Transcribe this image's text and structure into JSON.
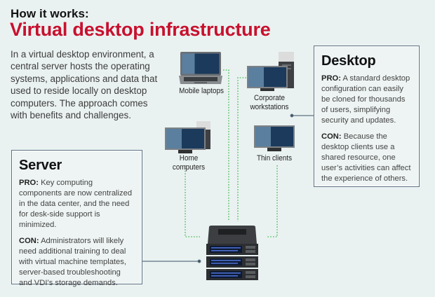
{
  "header": {
    "kicker": "How it works:",
    "title": "Virtual desktop infrastructure"
  },
  "intro": "In a virtual desktop environment, a central server hosts the operating systems, applications and data that used to reside locally on desktop computers. The approach comes with benefits and challenges.",
  "devices": [
    {
      "id": "laptop",
      "icon": "laptop-icon",
      "label_line1": "Mobile laptops",
      "label_line2": ""
    },
    {
      "id": "workstation",
      "icon": "workstation-icon",
      "label_line1": "Corporate",
      "label_line2": "workstations"
    },
    {
      "id": "home",
      "icon": "home-computer-icon",
      "label_line1": "Home computers",
      "label_line2": ""
    },
    {
      "id": "thin",
      "icon": "thin-client-icon",
      "label_line1": "Thin clients",
      "label_line2": ""
    }
  ],
  "server_icon": "server-rack-icon",
  "desktop_box": {
    "heading": "Desktop",
    "pro_label": "PRO:",
    "pro_text": " A standard desktop configuration can easily be cloned for thousands of users, simplifying security and updates.",
    "con_label": "CON:",
    "con_text": " Because the desktop clients use a shared resource, one user’s activities can affect the experience of others."
  },
  "server_box": {
    "heading": "Server",
    "pro_label": "PRO:",
    "pro_text": " Key computing components are now centralized in the data center, and the need for desk-side support is minimized.",
    "con_label": "CON:",
    "con_text": " Administrators will likely need additional training to deal with virtual machine templates, server-based troubleshooting and VDI’s storage demands."
  },
  "colors": {
    "title_red": "#c8102e",
    "background": "#eaf2f1",
    "box_border": "#5d7282",
    "connector_green": "#5cc26a",
    "screen_dark": "#1b3a5c",
    "screen_light": "#5b7f9e"
  }
}
